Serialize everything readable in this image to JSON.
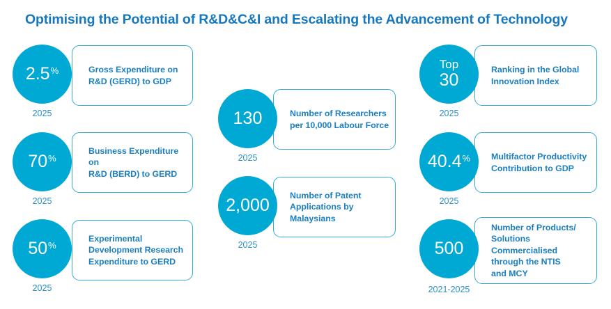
{
  "header": {
    "title": "Optimising the Potential of R&D&C&I and Escalating the Advancement of Technology"
  },
  "theme": {
    "title_color": "#1878be",
    "circle_fill": "#00a8d4",
    "card_border": "#34abd6",
    "card_text": "#1b7fc2",
    "year_text": "#2b8fc6",
    "background": "#ffffff",
    "circle_text": "#ffffff"
  },
  "columns": [
    {
      "name": "column-left",
      "items": [
        {
          "value": "2.5",
          "unit": "%",
          "prefix": "",
          "label": "Gross Expenditure on\nR&D (GERD) to GDP",
          "year": "2025"
        },
        {
          "value": "70",
          "unit": "%",
          "prefix": "",
          "label": "Business Expenditure on\nR&D (BERD) to GERD",
          "year": "2025"
        },
        {
          "value": "50",
          "unit": "%",
          "prefix": "",
          "label": "Experimental\nDevelopment Research\nExpenditure to GERD",
          "year": "2025"
        }
      ]
    },
    {
      "name": "column-middle",
      "items": [
        {
          "value": "130",
          "unit": "",
          "prefix": "",
          "label": "Number of Researchers\nper 10,000 Labour Force",
          "year": "2025"
        },
        {
          "value": "2,000",
          "unit": "",
          "prefix": "",
          "label": "Number of Patent\nApplications by\nMalaysians",
          "year": "2025"
        }
      ]
    },
    {
      "name": "column-right",
      "items": [
        {
          "value": "30",
          "unit": "",
          "prefix": "Top",
          "label": "Ranking in the Global\nInnovation Index",
          "year": "2025"
        },
        {
          "value": "40.4",
          "unit": "%",
          "prefix": "",
          "label": "Multifactor Productivity\nContribution to GDP",
          "year": "2025"
        },
        {
          "value": "500",
          "unit": "",
          "prefix": "",
          "label": "Number of Products/\nSolutions Commercialised\nthrough the NTIS\nand MCY",
          "year": "2021-2025"
        }
      ]
    }
  ]
}
